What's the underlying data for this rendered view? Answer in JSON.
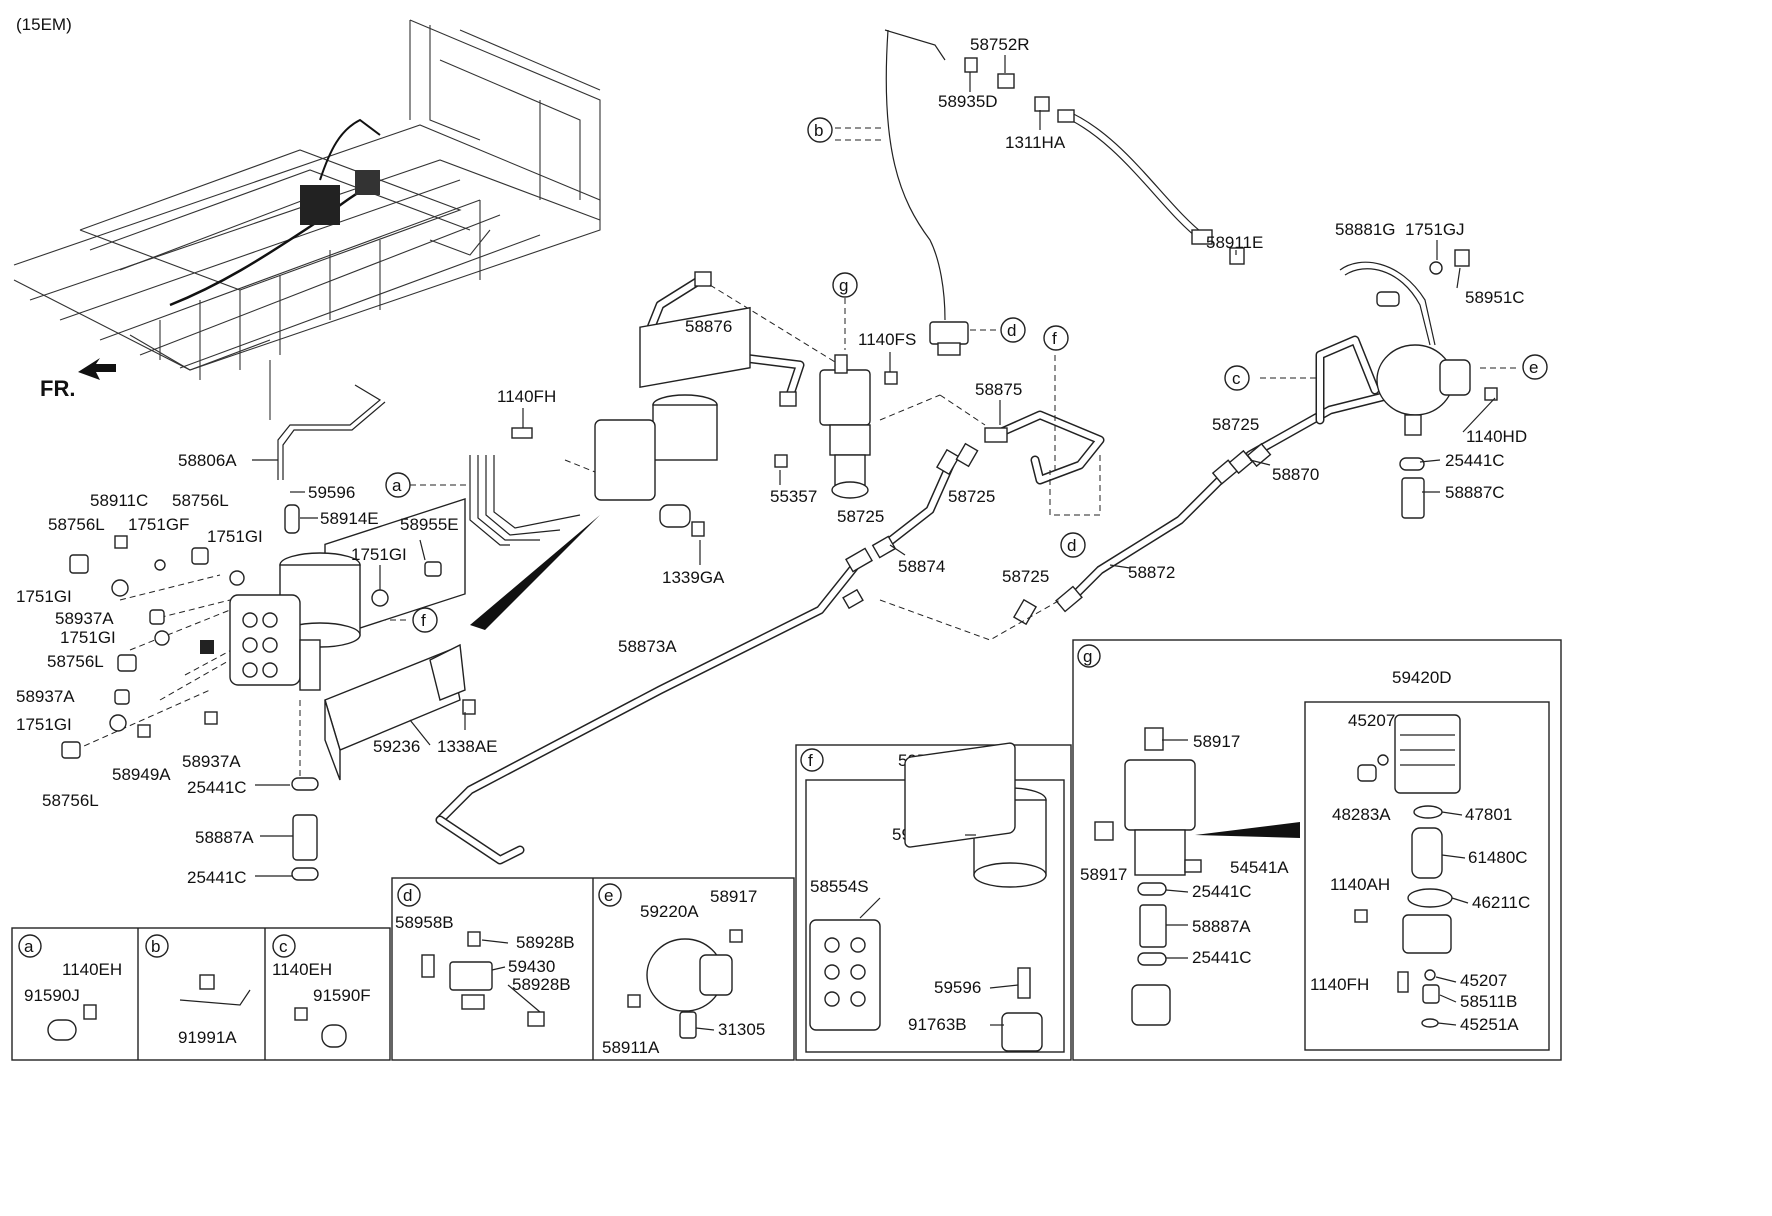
{
  "header": {
    "model_code": "(15EM)"
  },
  "front_marker": {
    "label": "FR."
  },
  "callout_letters": [
    "a",
    "b",
    "c",
    "d",
    "e",
    "f",
    "g"
  ],
  "part_labels": {
    "p58752R": "58752R",
    "p58935D": "58935D",
    "p1311HA": "1311HA",
    "p58911E": "58911E",
    "p58881G": "58881G",
    "p1751GJ": "1751GJ",
    "p58951C": "58951C",
    "p1140HD": "1140HD",
    "p25441C_a": "25441C",
    "p58887C": "58887C",
    "p58870": "58870",
    "p58725_a": "58725",
    "p58872": "58872",
    "p58725_b": "58725",
    "p58874": "58874",
    "p58725_c": "58725",
    "p58725_d": "58725",
    "p58875": "58875",
    "p1140FS": "1140FS",
    "p55357": "55357",
    "p58876": "58876",
    "p1140FH_a": "1140FH",
    "p1339GA": "1339GA",
    "p58873A": "58873A",
    "p58806A": "58806A",
    "p59596_a": "59596",
    "p58914E": "58914E",
    "p58911C": "58911C",
    "p58756L_a": "58756L",
    "p1751GF": "1751GF",
    "p58756L_b": "58756L",
    "p1751GI_a": "1751GI",
    "p58955E": "58955E",
    "p1751GI_b": "1751GI",
    "p1751GI_c": "1751GI",
    "p58937A_a": "58937A",
    "p1751GI_d": "1751GI",
    "p58756L_c": "58756L",
    "p58937A_b": "58937A",
    "p1751GI_e": "1751GI",
    "p58949A": "58949A",
    "p58937A_c": "58937A",
    "p58756L_d": "58756L",
    "p59236": "59236",
    "p1338AE": "1338AE",
    "p25441C_b": "25441C",
    "p58887A_a": "58887A",
    "p25441C_c": "25441C"
  },
  "inset_a": {
    "letter": "a",
    "labels": [
      "1140EH",
      "91590J"
    ]
  },
  "inset_b": {
    "letter": "b",
    "labels": [
      "91991A"
    ]
  },
  "inset_c": {
    "letter": "c",
    "labels": [
      "1140EH",
      "91590F"
    ]
  },
  "inset_d": {
    "letter": "d",
    "labels": [
      "58958B",
      "58928B",
      "59430",
      "58928B"
    ]
  },
  "inset_e": {
    "letter": "e",
    "labels": [
      "59220A",
      "58917",
      "58911A",
      "31305"
    ]
  },
  "inset_f": {
    "letter": "f",
    "labels": [
      "59550D",
      "59553",
      "58554S",
      "59596",
      "91763B"
    ]
  },
  "inset_g": {
    "letter": "g",
    "labels": [
      "58917",
      "58917",
      "54541A",
      "25441C",
      "58887A",
      "25441C"
    ],
    "sub": {
      "labels": [
        "59420D",
        "45207",
        "48283A",
        "47801",
        "61480C",
        "1140AH",
        "46211C",
        "1140FH",
        "45207",
        "58511B",
        "45251A"
      ]
    }
  }
}
